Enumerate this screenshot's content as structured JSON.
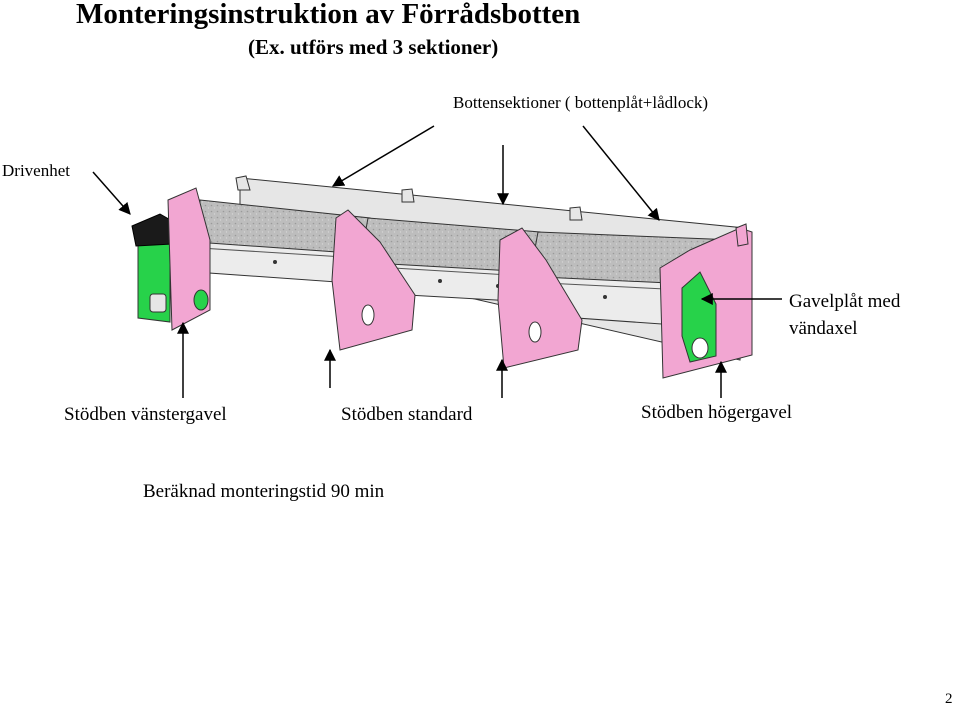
{
  "title": "Monteringsinstruktion av Förrådsbotten",
  "subtitle": "(Ex. utförs med 3 sektioner)",
  "labels": {
    "bottom_sections": "Bottensektioner ( bottenplåt+lådlock)",
    "drive_unit": "Drivenhet",
    "gable_line1": "Gavelplåt med",
    "gable_line2": "vändaxel",
    "leg_left": "Stödben vänstergavel",
    "leg_standard": "Stödben standard",
    "leg_right": "Stödben högergavel",
    "assembly_time": "Beräknad monteringstid 90 min"
  },
  "page_number": "2",
  "colors": {
    "pink": "#f2a6d2",
    "green": "#27d24a",
    "tray": "#b9b9b9",
    "panel": "#e2e2e2",
    "outline": "#333333"
  }
}
